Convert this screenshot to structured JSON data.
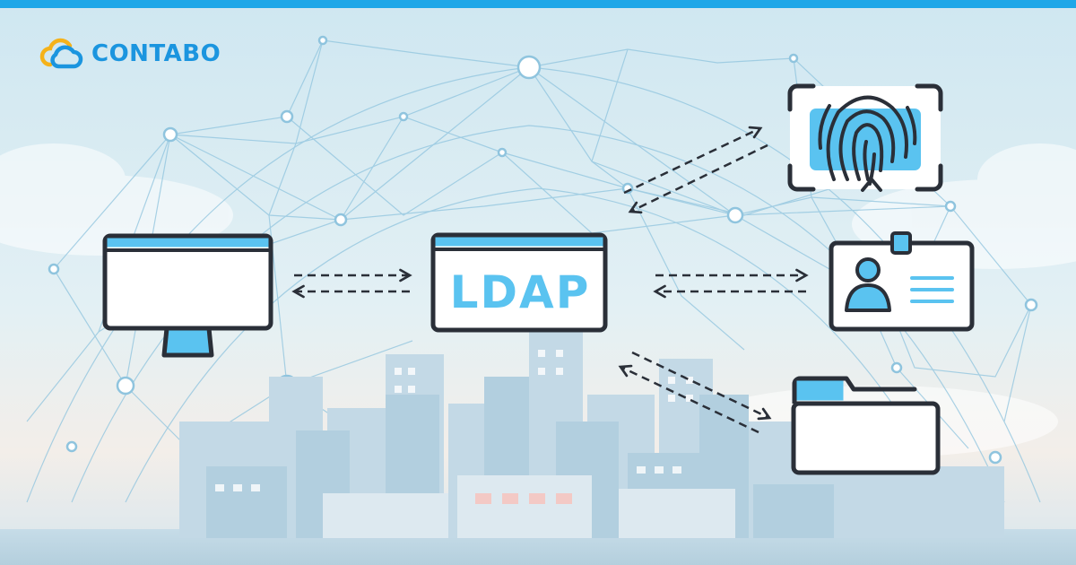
{
  "brand": {
    "name": "CONTABO",
    "colors": {
      "accent": "#1ea7e8",
      "wordmark": "#1b95df",
      "cloud_orange": "#f5b21a",
      "cloud_blue": "#1b95df"
    },
    "logo_icon": "cloud-icon"
  },
  "diagram": {
    "center_label": "LDAP",
    "nodes": [
      {
        "name": "client-monitor",
        "icon": "monitor-icon"
      },
      {
        "name": "ldap-server",
        "icon": "server-window-icon"
      },
      {
        "name": "fingerprint-scanner",
        "icon": "fingerprint-icon"
      },
      {
        "name": "user-id-card",
        "icon": "id-card-icon"
      },
      {
        "name": "directory-folder",
        "icon": "folder-icon"
      }
    ],
    "links": [
      {
        "from": "client-monitor",
        "to": "ldap-server",
        "style": "dashed",
        "direction": "bidirectional"
      },
      {
        "from": "ldap-server",
        "to": "fingerprint-scanner",
        "style": "dashed",
        "direction": "bidirectional"
      },
      {
        "from": "ldap-server",
        "to": "user-id-card",
        "style": "dashed",
        "direction": "bidirectional"
      },
      {
        "from": "ldap-server",
        "to": "directory-folder",
        "style": "dashed",
        "direction": "bidirectional"
      }
    ],
    "colors": {
      "outline": "#2a2f38",
      "fill": "#ffffff",
      "accent": "#5ac3f0",
      "text": "#5ac3f0"
    }
  }
}
